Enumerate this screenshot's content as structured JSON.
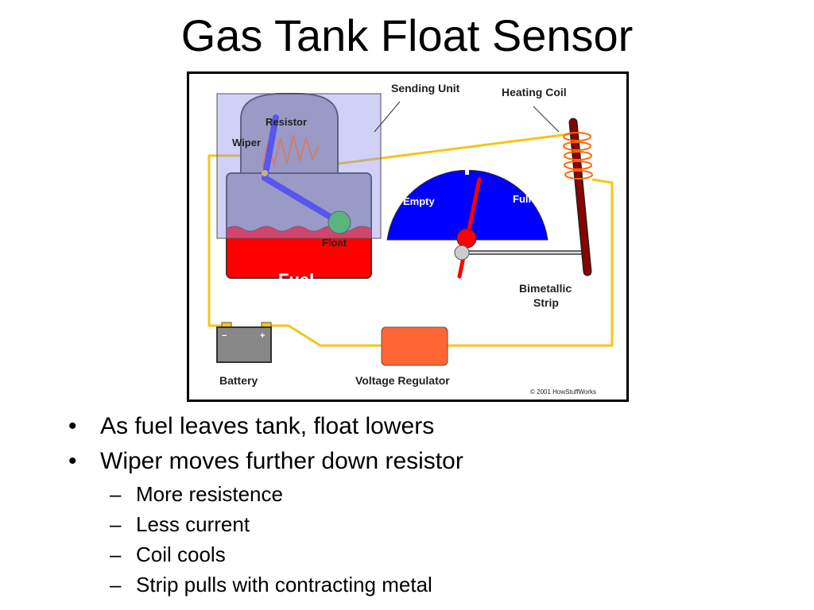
{
  "slide": {
    "title": "Gas Tank Float Sensor"
  },
  "diagram": {
    "labels": {
      "sending_unit": "Sending Unit",
      "heating_coil": "Heating Coil",
      "resistor": "Resistor",
      "wiper": "Wiper",
      "float": "Float",
      "fuel": "Fuel",
      "empty": "Empty",
      "full": "Full",
      "bimetallic_strip_line1": "Bimetallic",
      "bimetallic_strip_line2": "Strip",
      "battery": "Battery",
      "battery_minus": "−",
      "battery_plus": "+",
      "voltage_regulator": "Voltage Regulator",
      "copyright": "© 2001 HowStuffWorks"
    },
    "colors": {
      "wire": "#f5c518",
      "fuel": "#ff0000",
      "gauge": "#0000ff",
      "needle": "#ff0000",
      "float": "#22cc22",
      "sending_unit_overlay": "#9999ee",
      "heating_strip": "#8b0000",
      "coil": "#ff6600",
      "regulator": "#ff6633",
      "battery": "#888888"
    }
  },
  "bullets": [
    {
      "text": "As fuel leaves tank, float lowers",
      "sub": []
    },
    {
      "text": "Wiper moves further down resistor",
      "sub": [
        "More resistence",
        "Less current",
        "Coil cools",
        "Strip pulls with contracting metal"
      ]
    }
  ],
  "markers": {
    "bullet": "•",
    "dash": "–"
  }
}
